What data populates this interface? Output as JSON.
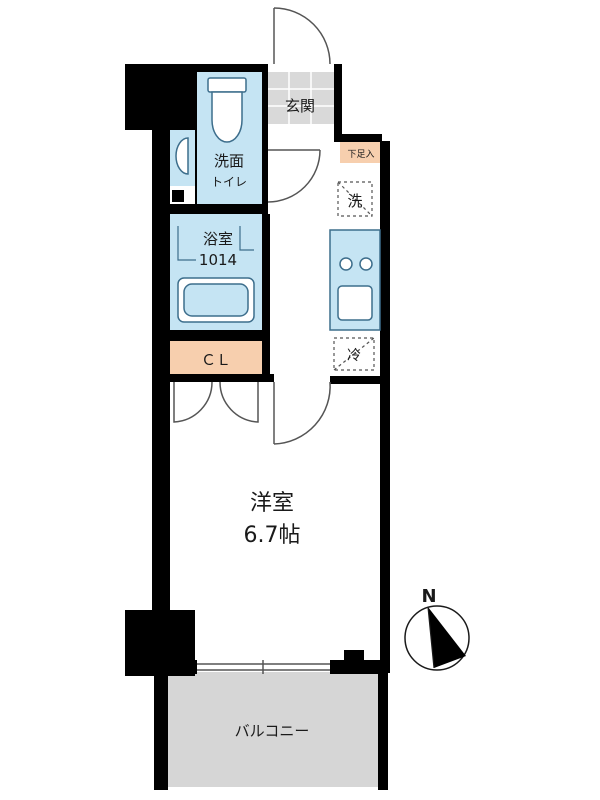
{
  "rooms": {
    "entrance": "玄関",
    "washroom": "洗面",
    "toilet": "トイレ",
    "bathroom": "浴室",
    "bath_size": "1014",
    "closet": "ＣＬ",
    "western_room": "洋室",
    "western_room_size": "6.7帖",
    "balcony": "バルコニー",
    "shoe_box": "下足入",
    "washer": "洗",
    "fridge": "冷"
  },
  "compass": {
    "north_label": "N"
  },
  "colors": {
    "wall": "#000000",
    "wet_area": "#c5e4f3",
    "closet": "#f7cfae",
    "balcony": "#d6d6d6",
    "entrance_floor": "#d9d9d9",
    "fixture_stroke": "#3d6e8c"
  }
}
